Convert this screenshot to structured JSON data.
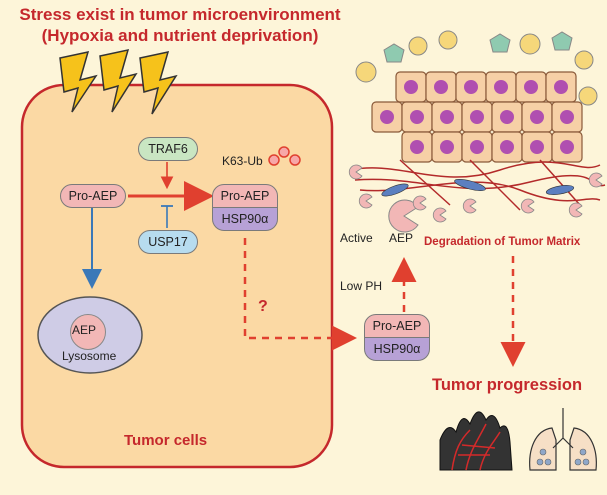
{
  "title_line1": "Stress exist in tumor microenvironment",
  "title_line2": "(Hypoxia and nutrient deprivation)",
  "traf6": "TRAF6",
  "usp17": "USP17",
  "pro_aep": "Pro-AEP",
  "k63_ub": "K63-Ub",
  "hsp90": "HSP90α",
  "aep": "AEP",
  "lysosome": "Lysosome",
  "tumor_cells": "Tumor cells",
  "question": "?",
  "pro_aep_ext": "Pro-AEP",
  "hsp90_ext": "HSP90α",
  "low_ph": "Low PH",
  "active": "Active",
  "aep_active": "AEP",
  "degradation": "Degradation of Tumor Matrix",
  "tumor_progression": "Tumor progression",
  "colors": {
    "red": "#c5282c",
    "cell_bg": "#fbd9a4",
    "pink": "#f2b7b6",
    "green": "#c9e6c2",
    "blue": "#b7dcef",
    "purple": "#b7a1d6"
  }
}
